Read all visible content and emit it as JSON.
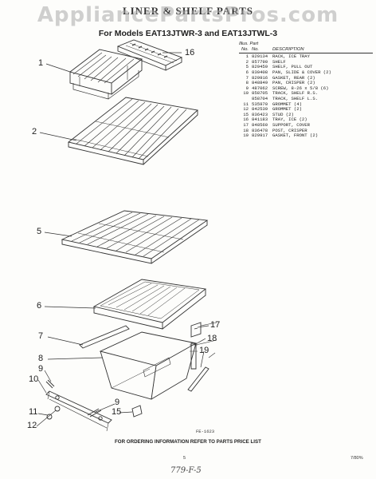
{
  "watermark": "AppliancePartsPros.com",
  "title": "LINER & SHELF PARTS",
  "subtitle": "For Models EAT13JTWR-3 and EAT13JTWL-3",
  "parts_table": {
    "header_top": "Illus.  Part",
    "header_cols": [
      "No.",
      "No.",
      "DESCRIPTION"
    ],
    "rows": [
      {
        "illus": "1",
        "part": "829134",
        "desc": "RACK, ICE TRAY"
      },
      {
        "illus": "2",
        "part": "857790",
        "desc": "SHELF"
      },
      {
        "illus": "5",
        "part": "829459",
        "desc": "SHELF, PULL OUT"
      },
      {
        "illus": "6",
        "part": "830408",
        "desc": "PAN, SLIDE & COVER (2)"
      },
      {
        "illus": "7",
        "part": "829916",
        "desc": "GASKET, REAR (2)"
      },
      {
        "illus": "8",
        "part": "848849",
        "desc": "PAN, CRISPER (2)"
      },
      {
        "illus": "9",
        "part": "487062",
        "desc": "SCREW, 8-26 x 5/8 (6)"
      },
      {
        "illus": "10",
        "part": "858705",
        "desc": "TRACK, SHELF R.S."
      },
      {
        "illus": "",
        "part": "858704",
        "desc": "TRACK, SHELF L.S."
      },
      {
        "illus": "11",
        "part": "535970",
        "desc": "GROMMET (4)"
      },
      {
        "illus": "12",
        "part": "842539",
        "desc": "GROMMET (2)"
      },
      {
        "illus": "15",
        "part": "836423",
        "desc": "STUD (2)"
      },
      {
        "illus": "16",
        "part": "841183",
        "desc": "TRAY, ICE (2)"
      },
      {
        "illus": "17",
        "part": "848560",
        "desc": "SUPPORT, COVER"
      },
      {
        "illus": "18",
        "part": "836478",
        "desc": "POST, CRISPER"
      },
      {
        "illus": "19",
        "part": "829917",
        "desc": "GASKET, FRONT (2)"
      }
    ]
  },
  "callouts": {
    "n1": "1",
    "n16": "16",
    "n2": "2",
    "n5": "5",
    "n6": "6",
    "n7": "7",
    "n17": "17",
    "n8": "8",
    "n18": "18",
    "n9a": "9",
    "n19": "19",
    "n10": "10",
    "n9b": "9",
    "n11": "11",
    "n15": "15",
    "n12": "12"
  },
  "ref_code": "FE-1623",
  "footer": "FOR ORDERING INFORMATION REFER TO PARTS PRICE LIST",
  "page_number": "5",
  "date_code": "7/80%",
  "handwritten_note": "779-F-5"
}
